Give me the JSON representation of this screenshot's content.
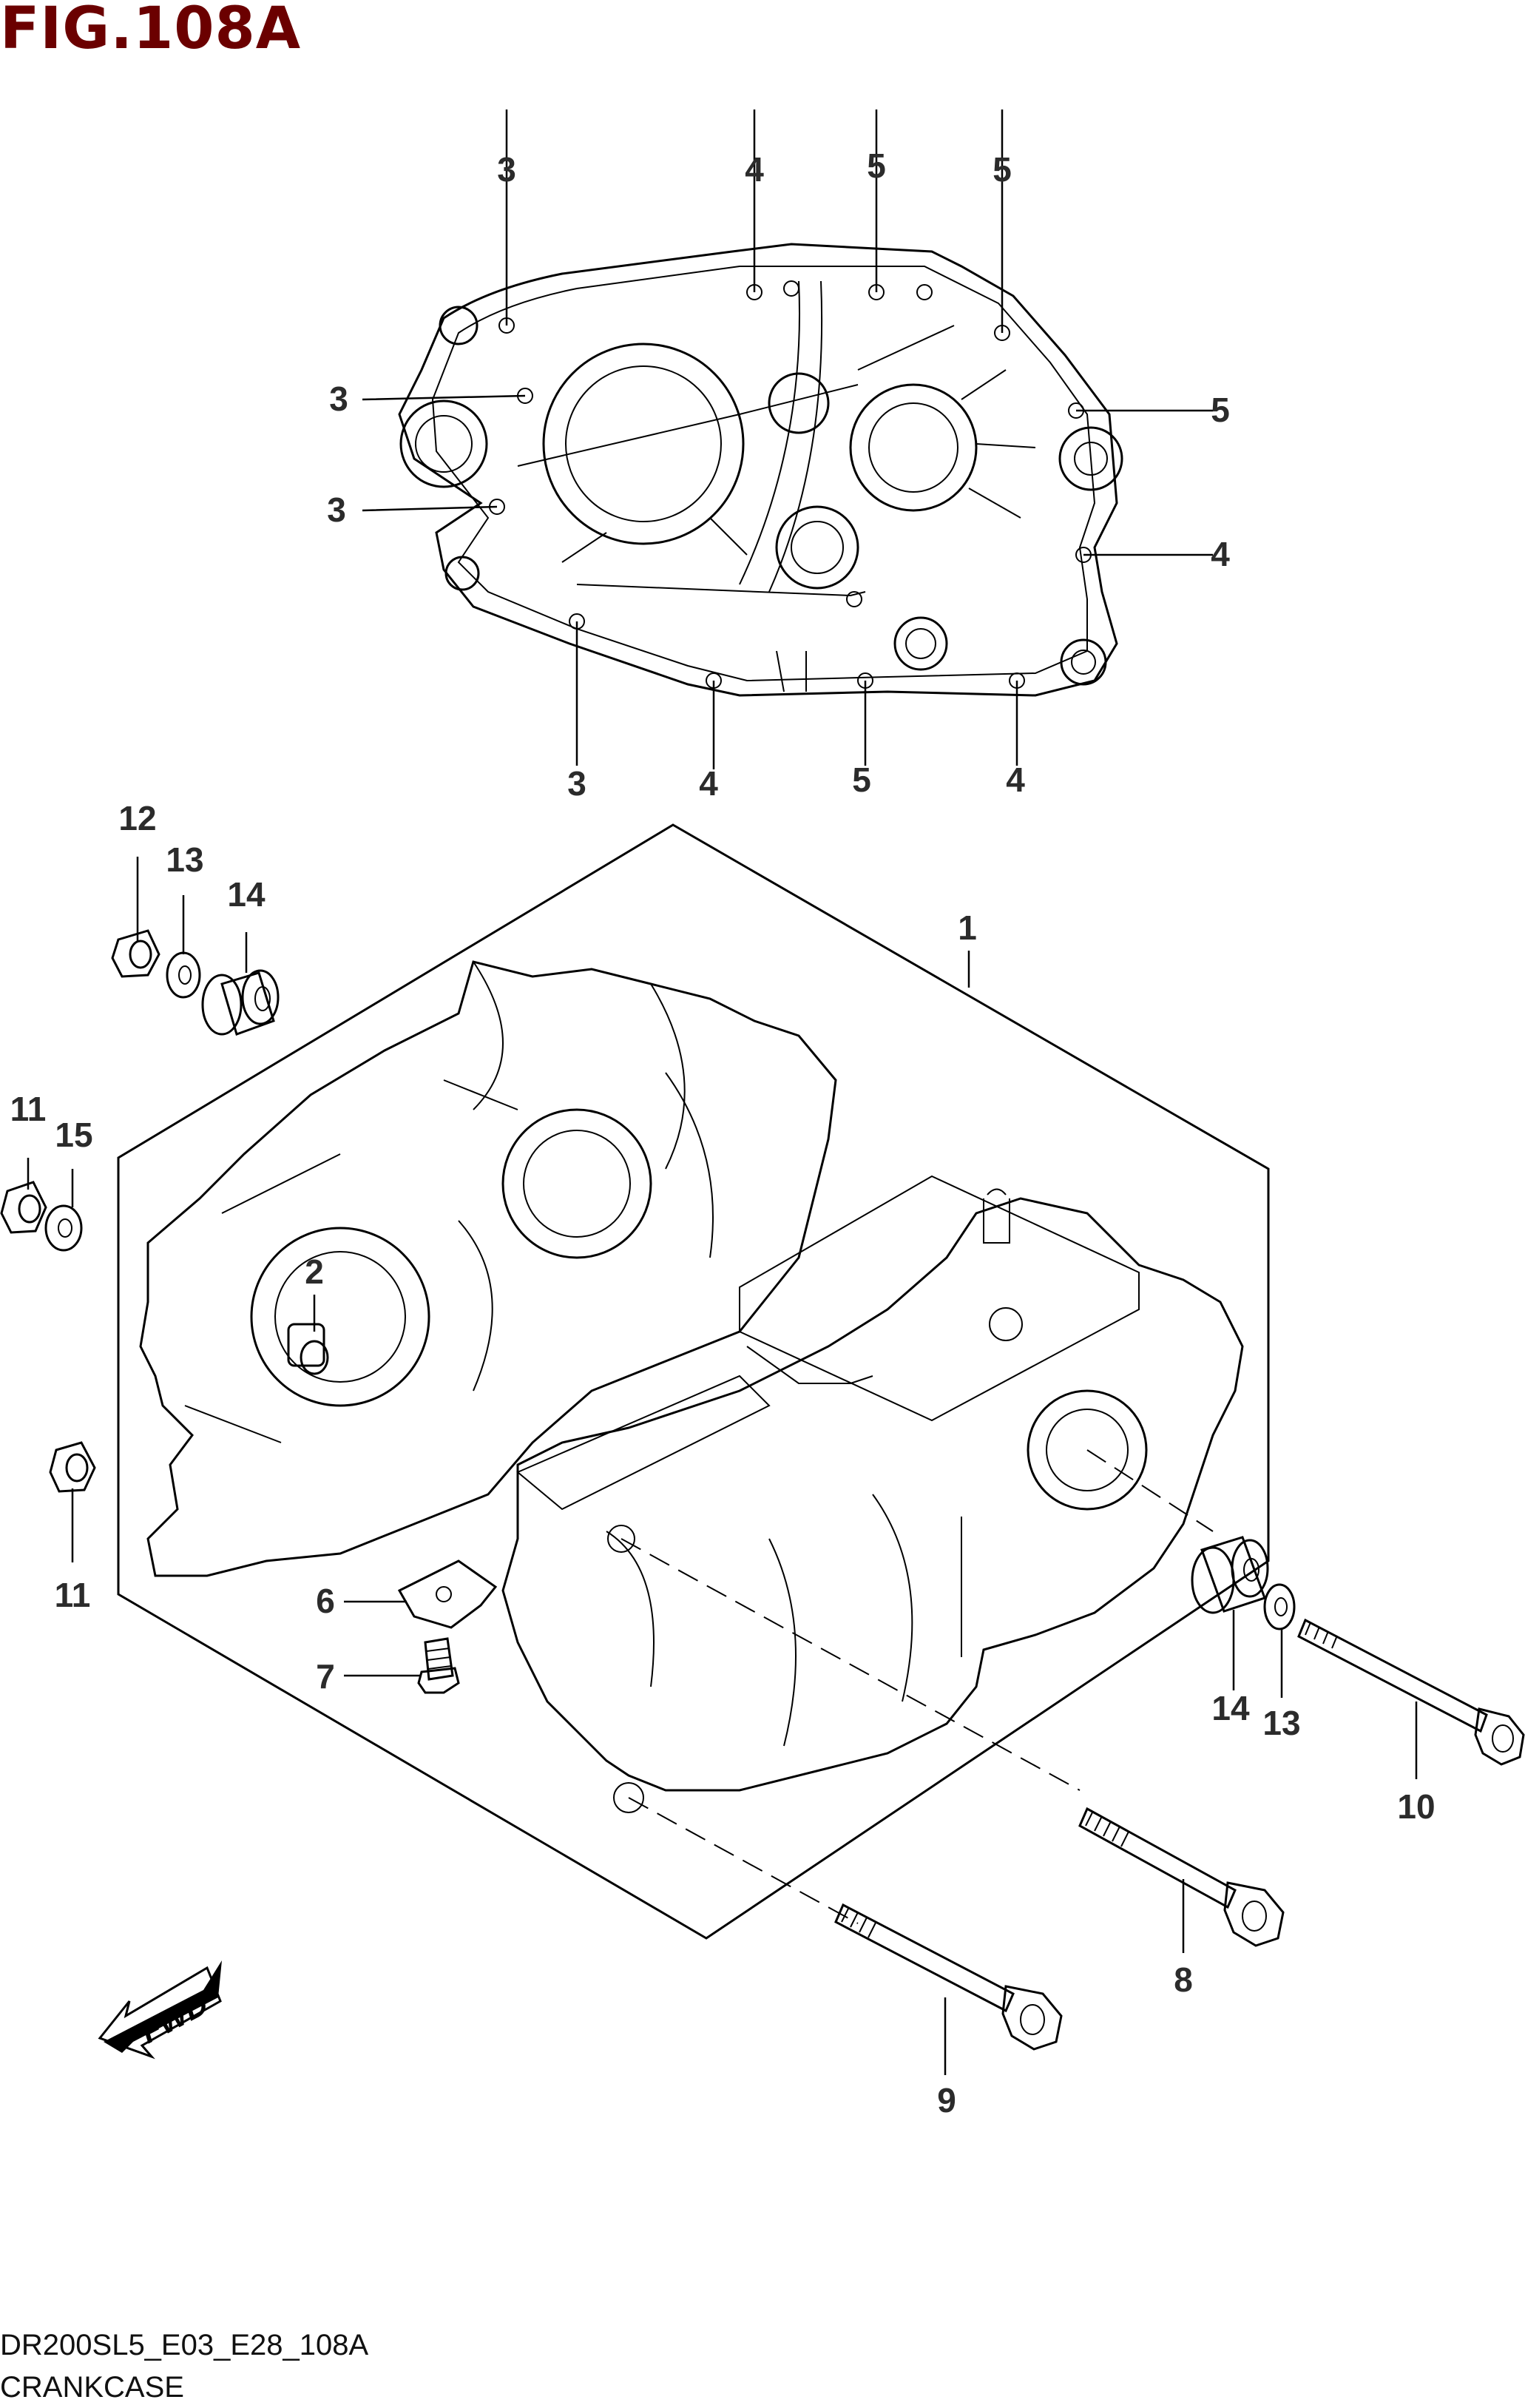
{
  "figure": {
    "title": "FIG.108A",
    "code": "DR200SL5_E03_E28_108A",
    "description": "CRANKCASE"
  },
  "fwd_label": "FWD",
  "colors": {
    "title": "#6b0000",
    "ink": "#000000",
    "callout": "#2b2b2b"
  },
  "callouts": {
    "c1": "1",
    "c2": "2",
    "c3": "3",
    "c4": "4",
    "c5": "5",
    "c6": "6",
    "c7": "7",
    "c8": "8",
    "c9": "9",
    "c10": "10",
    "c11": "11",
    "c12": "12",
    "c13": "13",
    "c14": "14",
    "c15": "15"
  }
}
